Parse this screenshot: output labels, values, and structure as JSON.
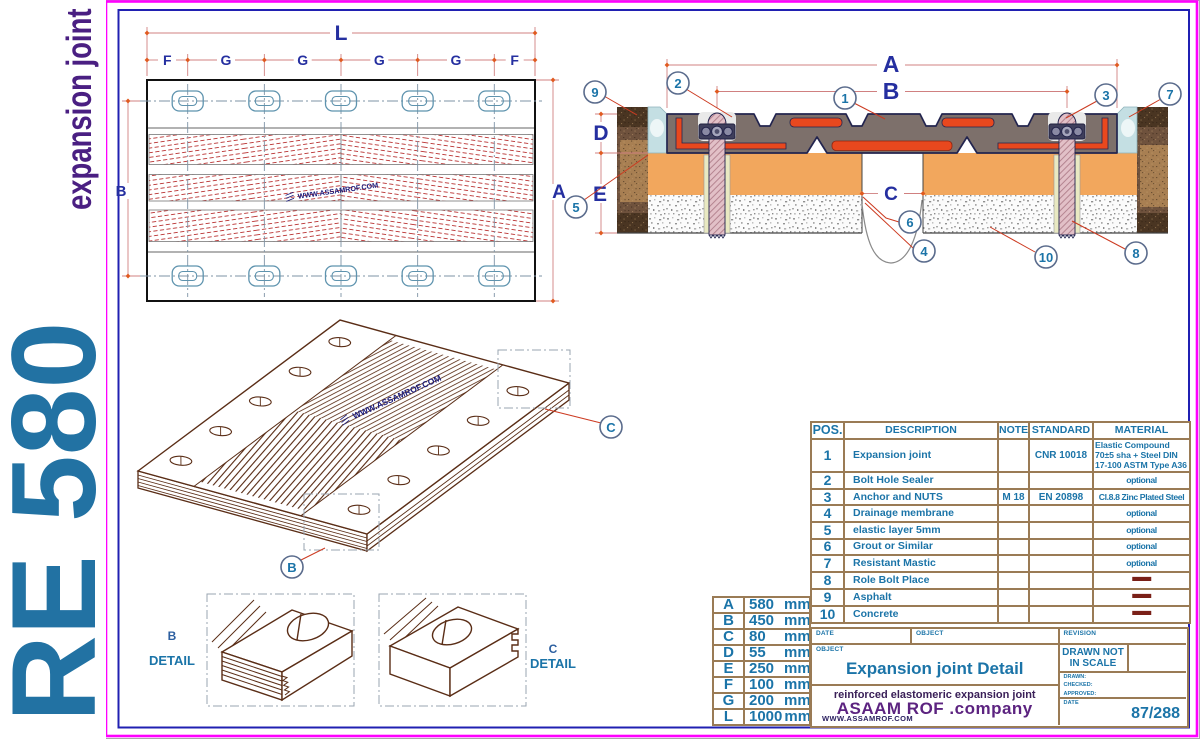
{
  "sidebar": {
    "code": "RE 580",
    "product": "expansion joint"
  },
  "plan": {
    "dim_length": "L",
    "dim_segments": [
      "F",
      "G",
      "G",
      "G",
      "G",
      "F"
    ],
    "dim_left": "B",
    "dim_right": "A",
    "watermark": "WWW.ASSAMROF.COM"
  },
  "section": {
    "dim_a": "A",
    "dim_b": "B",
    "dim_c": "C",
    "dim_d": "D",
    "dim_e": "E",
    "balloons": {
      "n1": "1",
      "n2": "2",
      "n3": "3",
      "n4": "4",
      "n5": "5",
      "n6": "6",
      "n7": "7",
      "n8": "8",
      "n9": "9",
      "n10": "10"
    }
  },
  "iso": {
    "watermark": "WWW.ASSAMROF.COM",
    "callout_b": "B",
    "callout_c": "C"
  },
  "details": {
    "b_letter": "B",
    "b_word": "DETAIL",
    "c_letter": "C",
    "c_word": "DETAIL"
  },
  "bom": {
    "header": {
      "pos": "POS.",
      "description": "DESCRIPTION",
      "note": "NOTE",
      "standard": "STANDARD",
      "material": "MATERIAL"
    },
    "rows": [
      {
        "pos": "1",
        "description": "Expansion joint",
        "note": "",
        "standard": "CNR 10018",
        "material": "Elastic Compound 70±5 sha + Steel  DIN 17-100 ASTM Type A36"
      },
      {
        "pos": "2",
        "description": "Bolt Hole Sealer",
        "note": "",
        "standard": "",
        "material": "optional"
      },
      {
        "pos": "3",
        "description": "Anchor and NUTS",
        "note": "M 18",
        "standard": "EN 20898",
        "material": "Cl.8.8 Zinc Plated Steel"
      },
      {
        "pos": "4",
        "description": "Drainage membrane",
        "note": "",
        "standard": "",
        "material": "optional"
      },
      {
        "pos": "5",
        "description": "elastic layer 5mm",
        "note": "",
        "standard": "",
        "material": "optional"
      },
      {
        "pos": "6",
        "description": "Grout or Similar",
        "note": "",
        "standard": "",
        "material": "optional"
      },
      {
        "pos": "7",
        "description": "Resistant Mastic",
        "note": "",
        "standard": "",
        "material": "optional"
      },
      {
        "pos": "8",
        "description": "Role Bolt Place",
        "note": "",
        "standard": "",
        "material": "—"
      },
      {
        "pos": "9",
        "description": "Asphalt",
        "note": "",
        "standard": "",
        "material": "—"
      },
      {
        "pos": "10",
        "description": "Concrete",
        "note": "",
        "standard": "",
        "material": "—"
      }
    ]
  },
  "dimension_values": {
    "rows": [
      {
        "key": "A",
        "value": "580",
        "unit": "mm"
      },
      {
        "key": "B",
        "value": "450",
        "unit": "mm"
      },
      {
        "key": "C",
        "value": "80",
        "unit": "mm"
      },
      {
        "key": "D",
        "value": "55",
        "unit": "mm"
      },
      {
        "key": "E",
        "value": "250",
        "unit": "mm"
      },
      {
        "key": "F",
        "value": "100",
        "unit": "mm"
      },
      {
        "key": "G",
        "value": "200",
        "unit": "mm"
      },
      {
        "key": "L",
        "value": "1000",
        "unit": "mm"
      }
    ]
  },
  "title_block": {
    "date_label": "DATE",
    "object_label": "OBJECT",
    "revision_label": "REVISION",
    "object_label2": "OBJECT",
    "title": "Expansion joint Detail",
    "subtitle": "reinforced elastomeric  expansion joint",
    "company": "ASAAM ROF .company",
    "website": "WWW.ASSAMROF.COM",
    "scale_note_line1": "DRAWN NOT",
    "scale_note_line2": "IN SCALE",
    "drawn_label": "DRAWN:",
    "checked_label": "CHECKED:",
    "approved_label": "APPROVED:",
    "date2_label": "DATE",
    "sheet": "87/288"
  },
  "colors": {
    "accent_teal": "#1B74A8",
    "label_navy": "#252FA0",
    "table_border_tan": "#9A7B55",
    "frame_magenta": "#FF00FF",
    "frame_blue": "#2020B2",
    "joint_body_gray": "#7D706B",
    "steel_orange": "#E8481E",
    "grout_orange": "#F2A75D",
    "mastic_blue": "#C4DFE3",
    "leader_red": "#CC3A20"
  }
}
